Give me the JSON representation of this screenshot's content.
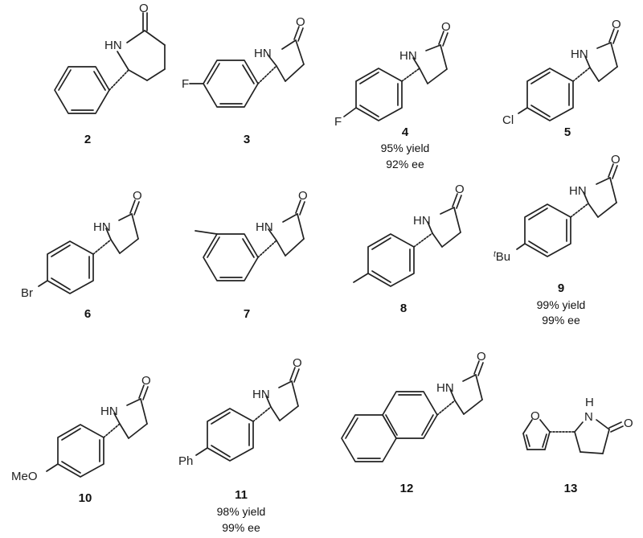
{
  "compounds": [
    {
      "id": "2",
      "subst": "H",
      "ring": "piperidinone",
      "yield": "",
      "ee": ""
    },
    {
      "id": "3",
      "subst": "F",
      "ring": "pyrrolidinone",
      "yield": "",
      "ee": ""
    },
    {
      "id": "4",
      "subst": "F",
      "ring": "pyrrolidinone",
      "yield": "95% yield",
      "ee": "92% ee"
    },
    {
      "id": "5",
      "subst": "Cl",
      "ring": "pyrrolidinone",
      "yield": "",
      "ee": ""
    },
    {
      "id": "6",
      "subst": "Br",
      "ring": "pyrrolidinone",
      "yield": "",
      "ee": ""
    },
    {
      "id": "7",
      "subst": "Me",
      "ring": "pyrrolidinone",
      "yield": "",
      "ee": ""
    },
    {
      "id": "8",
      "subst": "Me",
      "ring": "pyrrolidinone",
      "yield": "",
      "ee": ""
    },
    {
      "id": "9",
      "subst": "tBu",
      "ring": "pyrrolidinone",
      "yield": "99% yield",
      "ee": "99% ee"
    },
    {
      "id": "10",
      "subst": "MeO",
      "ring": "pyrrolidinone",
      "yield": "",
      "ee": ""
    },
    {
      "id": "11",
      "subst": "Ph",
      "ring": "pyrrolidinone",
      "yield": "98% yield",
      "ee": "99% ee"
    },
    {
      "id": "12",
      "subst": "2-naphthyl",
      "ring": "pyrrolidinone",
      "yield": "",
      "ee": ""
    },
    {
      "id": "13",
      "subst": "2-furyl",
      "ring": "pyrrolidinone",
      "yield": "",
      "ee": ""
    }
  ],
  "atoms": {
    "nh": "HN",
    "nh_furan": "H",
    "n": "N",
    "o": "O",
    "f": "F",
    "cl": "Cl",
    "br": "Br",
    "tbu_sup": "t",
    "tbu_main": "Bu",
    "meo": "MeO",
    "ph": "Ph"
  }
}
